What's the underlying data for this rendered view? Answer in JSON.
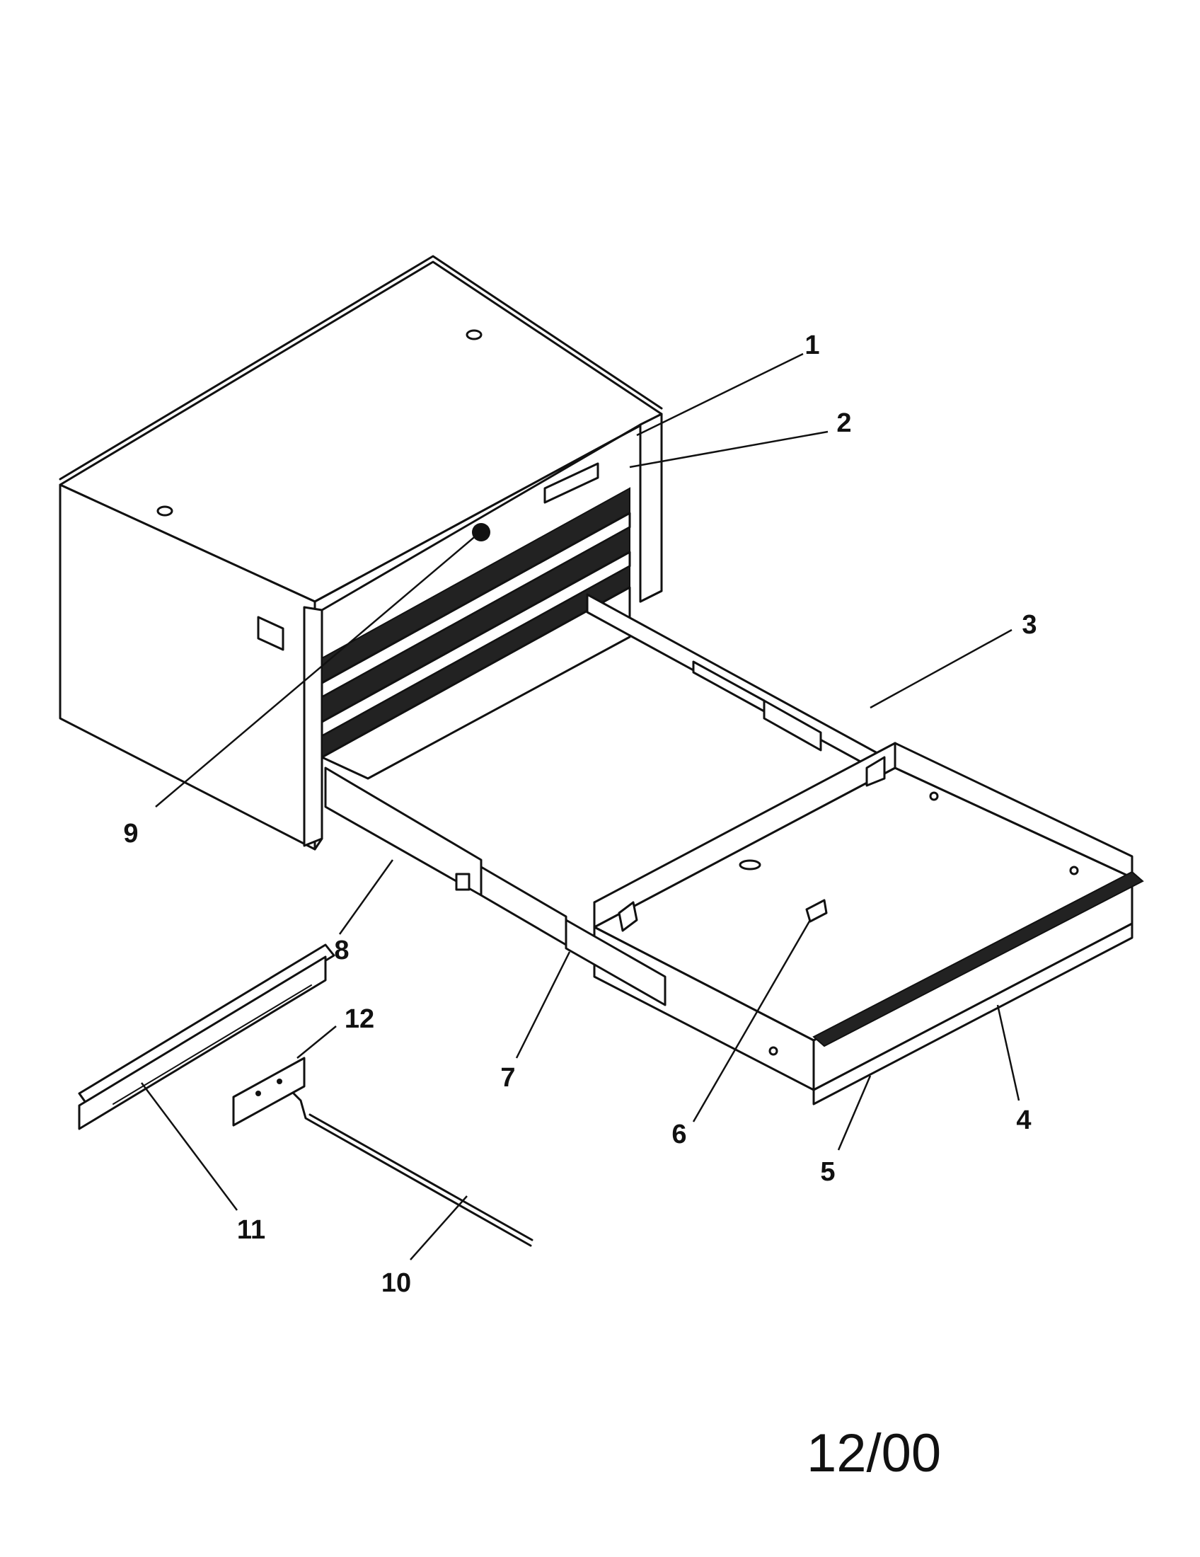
{
  "callouts": [
    {
      "id": "1",
      "label": "1"
    },
    {
      "id": "2",
      "label": "2"
    },
    {
      "id": "3",
      "label": "3"
    },
    {
      "id": "4",
      "label": "4"
    },
    {
      "id": "5",
      "label": "5"
    },
    {
      "id": "6",
      "label": "6"
    },
    {
      "id": "7",
      "label": "7"
    },
    {
      "id": "8",
      "label": "8"
    },
    {
      "id": "9",
      "label": "9"
    },
    {
      "id": "10",
      "label": "10"
    },
    {
      "id": "11",
      "label": "11"
    },
    {
      "id": "12",
      "label": "12"
    }
  ],
  "date_code": "12/00"
}
